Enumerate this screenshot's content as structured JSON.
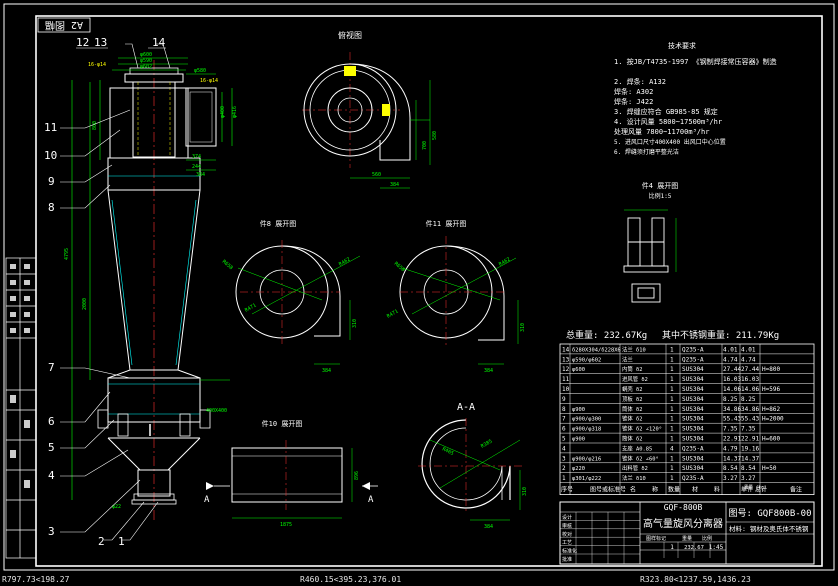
{
  "drawing": {
    "corner_mark": "A2 图幅",
    "leader_numbers": [
      "12",
      "13",
      "14",
      "11",
      "10",
      "9",
      "8",
      "7",
      "6",
      "5",
      "4",
      "3",
      "2",
      "1"
    ],
    "section_labels": {
      "top_view": "俯视图",
      "b8": "件8 展开图",
      "b11": "件11 展开图",
      "b4": "件4 展开图",
      "b4_scale": "比例1:5",
      "b10": "件10 展开图",
      "aa": "A-A",
      "arrow_a": "A"
    },
    "tech_req": {
      "title": "技术要求",
      "items": [
        "1. 按JB/T4735-1997 《钢制焊接常压容器》制造",
        "2. 焊条: A132",
        "   焊条: A302",
        "   焊条: J422",
        "3. 焊缝应符合 GB985-85 规定",
        "4. 设计风量 5800~17500m³/hr",
        "   处理风量 7800~11700m³/hr",
        "5. 进风口尺寸400X400 出风口中心位置",
        "6. 焊缝须打磨平整光洁"
      ]
    },
    "weights": {
      "total": "总重量: 232.67Kg",
      "stainless": "其中不锈钢重量: 211.79Kg"
    },
    "bom": {
      "rows": [
        [
          "14",
          "δ280X304/δ228X6",
          "法兰 δ10",
          "1",
          "Q235-A",
          "4.01",
          "4.01",
          ""
        ],
        [
          "13",
          "φ590/φ602",
          "法兰",
          "1",
          "Q235-A",
          "4.74",
          "4.74",
          ""
        ],
        [
          "12",
          "φ600",
          "内筒 δ2",
          "1",
          "SUS304",
          "27.44",
          "27.44",
          "H=800"
        ],
        [
          "11",
          "",
          "进风管 δ2",
          "1",
          "SUS304",
          "16.03",
          "16.03",
          ""
        ],
        [
          "10",
          "",
          "蜗壳 δ2",
          "1",
          "SUS304",
          "14.06",
          "14.06",
          "H=596"
        ],
        [
          "9",
          "",
          "顶板 δ2",
          "1",
          "SUS304",
          "8.25",
          "8.25",
          ""
        ],
        [
          "8",
          "φ900",
          "筒体 δ2",
          "1",
          "SUS304",
          "34.86",
          "34.86",
          "H=862"
        ],
        [
          "7",
          "φ900/φ300",
          "锥体 δ2",
          "1",
          "SUS304",
          "55.43",
          "55.43",
          "H=2000"
        ],
        [
          "6",
          "φ900/φ318",
          "锥体 δ2 ∠120°",
          "1",
          "SUS304",
          "7.35",
          "7.35",
          ""
        ],
        [
          "5",
          "φ900",
          "筒体 δ2",
          "1",
          "SUS304",
          "22.91",
          "22.91",
          "H=600"
        ],
        [
          "4",
          "",
          "支座 A0.85",
          "4",
          "Q235-A",
          "4.79",
          "19.16",
          ""
        ],
        [
          "3",
          "φ900/φ216",
          "锥体 δ2 ∠60°",
          "1",
          "SUS304",
          "14.37",
          "14.37",
          ""
        ],
        [
          "2",
          "φ220",
          "出料管 δ2",
          "1",
          "SUS304",
          "8.54",
          "8.54",
          "H=50"
        ],
        [
          "1",
          "φ301/φ222",
          "法兰 δ10",
          "1",
          "Q235-A",
          "3.27",
          "3.27",
          ""
        ]
      ],
      "header": [
        "序号",
        "图号或标准号",
        "名",
        "称",
        "数量",
        "材",
        "料",
        "单件",
        "总计",
        "备注"
      ],
      "header_weight": "重量 (kg)"
    },
    "title_block": {
      "model": "GQF-800B",
      "name": "高气量旋风分离器",
      "drawing_no": "图号: GQF800B-00",
      "material": "材料: 钢材及奥氏体不锈钢",
      "scale_a": "1",
      "weight_cell": "232.67",
      "scale_b": "1:45",
      "left_labels": [
        "设计",
        "审核",
        "校对",
        "工艺",
        "标准化",
        "批准"
      ],
      "stage_label": "图样标记",
      "weight_label": "重量",
      "scale_label": "比例"
    },
    "status": {
      "left": "R797.73<198.27",
      "mid": "R460.15<395.23,376.01",
      "right": "R323.80<1237.59,1436.23"
    }
  }
}
